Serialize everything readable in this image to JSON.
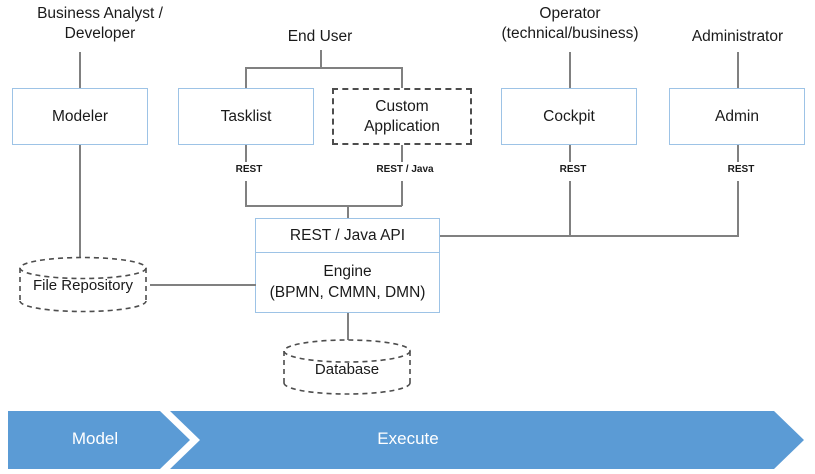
{
  "diagram": {
    "roles": [
      {
        "id": "business-analyst",
        "label": "Business Analyst /\nDeveloper"
      },
      {
        "id": "end-user",
        "label": "End User"
      },
      {
        "id": "operator",
        "label": "Operator\n(technical/business)"
      },
      {
        "id": "administrator",
        "label": "Administrator"
      }
    ],
    "components": [
      {
        "id": "modeler",
        "label": "Modeler",
        "style": "solid"
      },
      {
        "id": "tasklist",
        "label": "Tasklist",
        "style": "solid"
      },
      {
        "id": "custom-application",
        "label": "Custom\nApplication",
        "style": "dashed"
      },
      {
        "id": "cockpit",
        "label": "Cockpit",
        "style": "solid"
      },
      {
        "id": "admin",
        "label": "Admin",
        "style": "solid"
      }
    ],
    "engine": {
      "api_label": "REST / Java API",
      "engine_name": "Engine",
      "engine_standards": "(BPMN, CMMN, DMN)"
    },
    "datastores": [
      {
        "id": "file-repository",
        "label": "File Repository",
        "style": "dashed"
      },
      {
        "id": "database",
        "label": "Database",
        "style": "dashed"
      }
    ],
    "connector_labels": [
      {
        "id": "tasklist-rest",
        "label": "REST"
      },
      {
        "id": "custom-app-rest-java",
        "label": "REST / Java"
      },
      {
        "id": "cockpit-rest",
        "label": "REST"
      },
      {
        "id": "admin-rest",
        "label": "REST"
      }
    ],
    "banner": {
      "segments": [
        {
          "id": "model",
          "label": "Model"
        },
        {
          "id": "execute",
          "label": "Execute"
        }
      ]
    },
    "colors": {
      "banner_fill": "#5b9bd5",
      "box_border": "#9dc3e6",
      "dashed_border": "#4d4d4d",
      "connector": "#808080",
      "text": "#1a1a1a",
      "banner_text": "#ffffff"
    }
  }
}
